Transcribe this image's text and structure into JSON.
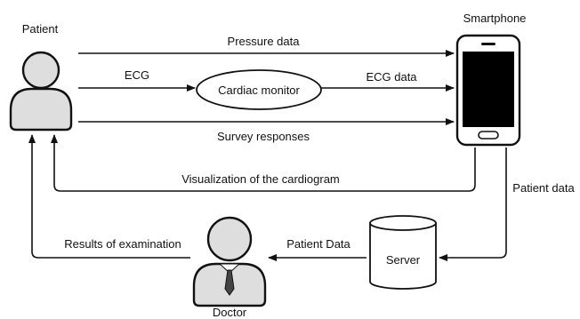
{
  "nodes": {
    "patient": "Patient",
    "smartphone": "Smartphone",
    "cardiac_monitor": "Cardiac monitor",
    "server": "Server",
    "doctor": "Doctor"
  },
  "edges": {
    "pressure_data": "Pressure data",
    "ecg": "ECG",
    "ecg_data": "ECG data",
    "survey_responses": "Survey responses",
    "visualization": "Visualization of the cardiogram",
    "patient_data_to_server": "Patient data",
    "patient_data_to_doctor": "Patient Data",
    "results": "Results of examination"
  },
  "colors": {
    "person_fill": "#dedede",
    "phone_body": "#ffffff",
    "phone_screen": "#000000",
    "tie": "#444444",
    "line": "#111111"
  }
}
